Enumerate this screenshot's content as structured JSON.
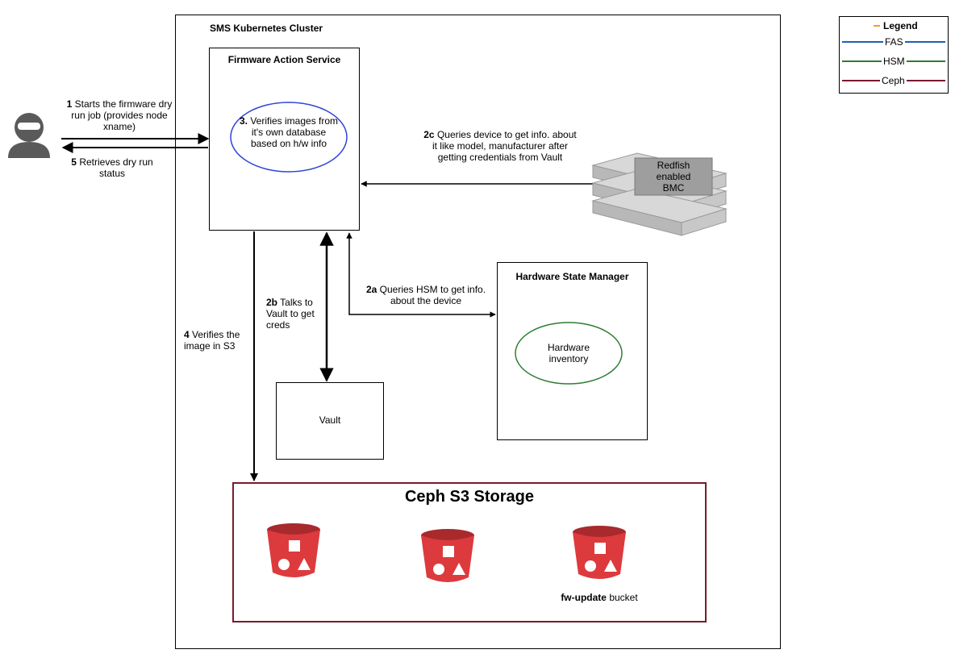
{
  "cluster": {
    "title": "SMS Kubernetes Cluster"
  },
  "fas": {
    "title": "Firmware Action Service",
    "verify_num": "3.",
    "verify_text": "Verifies images from it's own database based on h/w info"
  },
  "hsm": {
    "title": "Hardware State Manager",
    "inventory": "Hardware inventory"
  },
  "vault": {
    "label": "Vault"
  },
  "bmc": {
    "label_line1": "Redfish",
    "label_line2": "enabled",
    "label_line3": "BMC"
  },
  "ceph": {
    "title": "Ceph S3 Storage",
    "bucket_name_bold": "fw-update",
    "bucket_name_rest": " bucket"
  },
  "steps": {
    "s1_num": "1",
    "s1_text": "Starts the firmware dry run job (provides node xname)",
    "s5_num": "5",
    "s5_text": "Retrieves dry run status",
    "s2c_num": "2c",
    "s2c_text": "Queries device to get info. about it like model, manufacturer after getting credentials from Vault",
    "s2b_num": "2b",
    "s2b_text": "Talks to Vault to get creds",
    "s2a_num": "2a",
    "s2a_text": "Queries HSM to get info. about the device",
    "s4_num": "4",
    "s4_text": "Verifies the image in S3"
  },
  "legend": {
    "title": "Legend",
    "items": [
      {
        "label": "FAS",
        "color": "#1f5fbf"
      },
      {
        "label": "HSM",
        "color": "#2e7d32"
      },
      {
        "label": "Ceph",
        "color": "#7a1a2e"
      }
    ],
    "title_mark_color": "#f0a020"
  },
  "colors": {
    "fas_ellipse": "#2f44d6",
    "hsm_ellipse": "#2e7d32",
    "ceph_border": "#7a1a2e",
    "bucket_red": "#dd3a3d"
  }
}
